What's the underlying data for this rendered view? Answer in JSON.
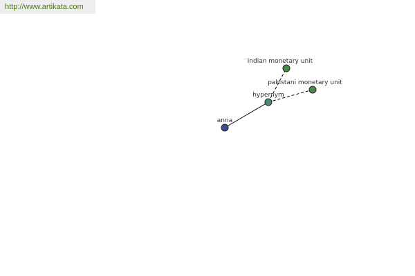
{
  "banner": {
    "url": "http://www.artikata.com",
    "color": "#4a7a10"
  },
  "graph": {
    "nodes": [
      {
        "id": "anna",
        "label": "anna",
        "color": "#3d4d8f"
      },
      {
        "id": "hypernym",
        "label": "hypernym",
        "color": "#4c8a7a"
      },
      {
        "id": "indian",
        "label": "indian monetary unit",
        "color": "#4a8a4a"
      },
      {
        "id": "pakistani",
        "label": "pakistani monetary unit",
        "color": "#4a8a4a"
      }
    ],
    "edges": [
      {
        "from": "anna",
        "to": "hypernym",
        "style": "solid"
      },
      {
        "from": "hypernym",
        "to": "indian",
        "style": "dashed"
      },
      {
        "from": "hypernym",
        "to": "pakistani",
        "style": "dashed"
      }
    ]
  }
}
